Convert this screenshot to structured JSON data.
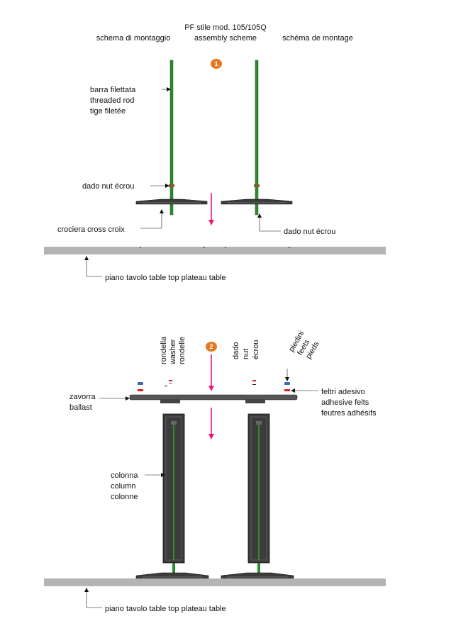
{
  "header": {
    "title": "PF stile  mod.   105/105Q",
    "scheme_it": "schema di montaggio",
    "scheme_en": "assembly scheme",
    "scheme_fr": "schéma de montage"
  },
  "step1": {
    "badge": "1",
    "rod_label": [
      "barra filettata",
      "threaded rod",
      "tige filetée"
    ],
    "nut_label": "dado   nut  écrou",
    "cross_label": "crociera  cross  croix",
    "nut_label_right": "dado  nut  écrou",
    "table_top_label": "piano tavolo   table top   plateau table"
  },
  "step2": {
    "badge": "2",
    "washer_label": [
      "rondella",
      "washer",
      "rondelle"
    ],
    "nut_label": [
      "dado",
      "nut",
      "écrou"
    ],
    "feet_label": [
      "piedini",
      "feets",
      "pieds"
    ],
    "ballast_label": [
      "zavorra",
      "ballast"
    ],
    "felt_label": [
      "feltri adesivo",
      "adhesive felts",
      "feutres adhésifs"
    ],
    "column_label": [
      "colonna",
      "column",
      "colonne"
    ],
    "table_top_label": "piano tavolo   table top   plateau table"
  },
  "colors": {
    "rod": "#2e8b2e",
    "arrow": "#e8187c",
    "badge": "#e87722",
    "table": "#b4b4b4",
    "column": "#3c3c3c",
    "ballast": "#555555",
    "felt": "#d42020",
    "foot": "#3a6ea5"
  }
}
